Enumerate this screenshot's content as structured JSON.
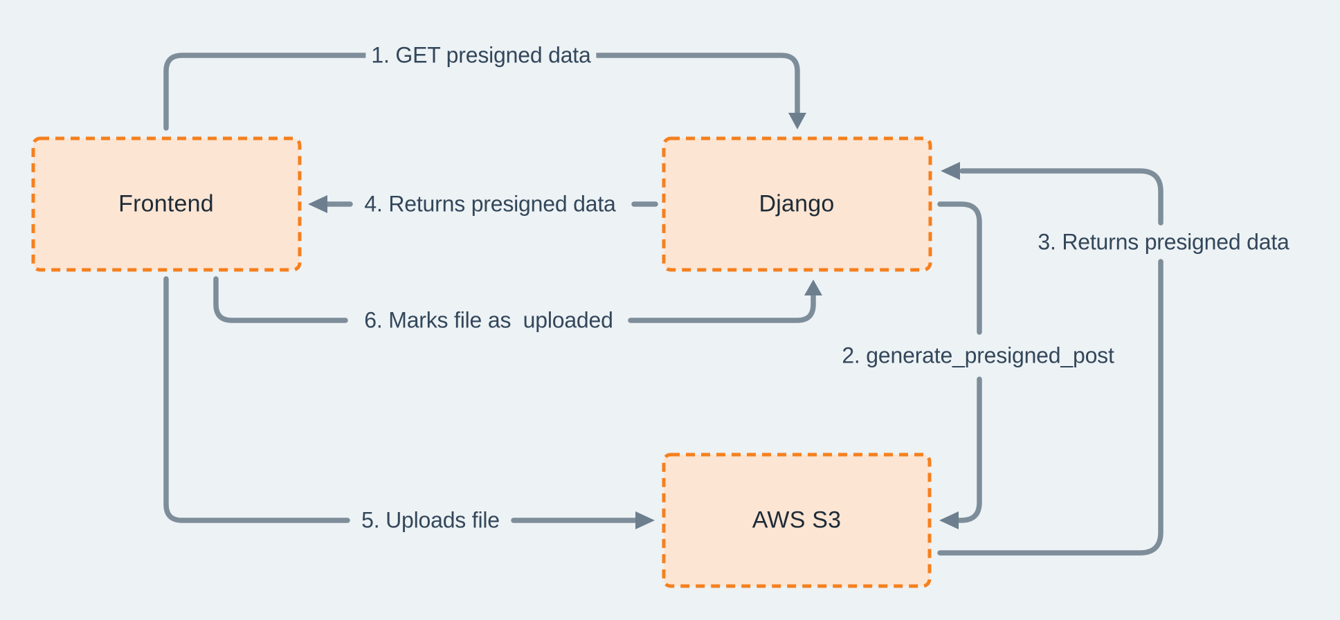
{
  "diagram": {
    "type": "flow-diagram",
    "nodes": [
      {
        "id": "frontend",
        "label": "Frontend"
      },
      {
        "id": "django",
        "label": "Django"
      },
      {
        "id": "aws-s3",
        "label": "AWS S3"
      }
    ],
    "edges": [
      {
        "order": 1,
        "label": "1. GET presigned data",
        "from": "Frontend",
        "to": "Django"
      },
      {
        "order": 2,
        "label": "2. generate_presigned_post",
        "from": "Django",
        "to": "AWS S3"
      },
      {
        "order": 3,
        "label": "3. Returns presigned data",
        "from": "AWS S3",
        "to": "Django"
      },
      {
        "order": 4,
        "label": "4. Returns presigned data",
        "from": "Django",
        "to": "Frontend"
      },
      {
        "order": 5,
        "label": "5. Uploads file",
        "from": "Frontend",
        "to": "AWS S3"
      },
      {
        "order": 6,
        "label": "6. Marks file as  uploaded",
        "from": "Frontend",
        "to": "Django"
      }
    ],
    "colors": {
      "background": "#edf2f5",
      "node_fill": "#fce5d3",
      "node_border": "#f5801e",
      "line": "#7e8d9a",
      "arrowhead": "#6d7f8e",
      "edge_label_text": "#33475a",
      "node_label_text": "#1e2b37"
    }
  }
}
